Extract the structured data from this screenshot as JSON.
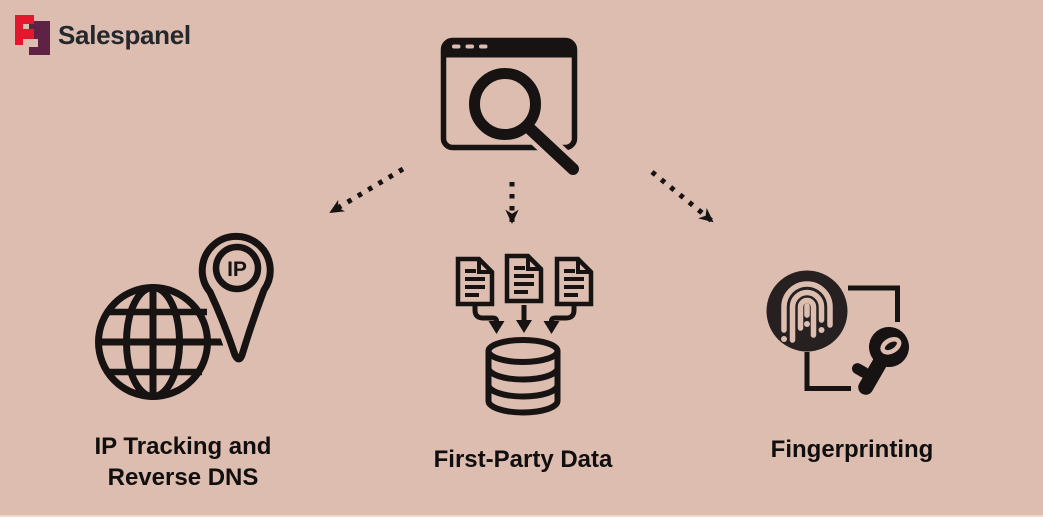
{
  "header": {
    "logo_text": "Salespanel"
  },
  "colors": {
    "background": "#ddbdaf",
    "ink": "#171312",
    "logo_red": "#e4182d",
    "logo_purple": "#5e2244",
    "logo_text": "#24272c",
    "fingerprint_disc": "#262120"
  },
  "diagram": {
    "center_icon": "browser-search",
    "pin_text": "IP",
    "branches": [
      {
        "icon": "globe-ip-pin",
        "label_lines": [
          "IP Tracking and",
          "Reverse DNS"
        ]
      },
      {
        "icon": "documents-to-database",
        "label_lines": [
          "First-Party Data"
        ]
      },
      {
        "icon": "fingerprint-key",
        "label_lines": [
          "Fingerprinting"
        ]
      }
    ]
  }
}
